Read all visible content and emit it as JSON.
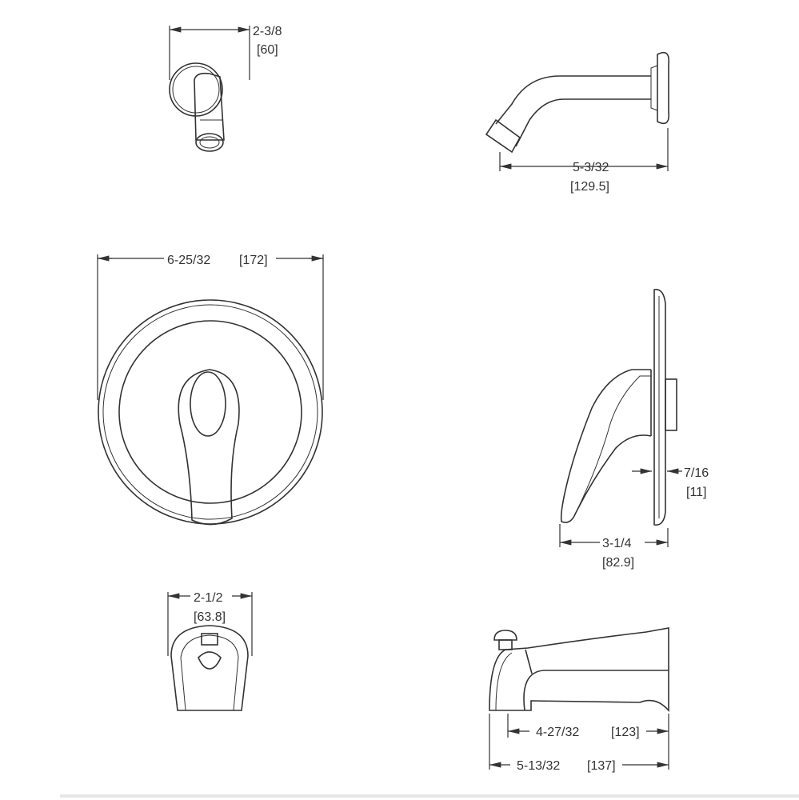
{
  "dimensions": {
    "shower_arm_front_width": {
      "inches": "2-3/8",
      "mm": "[60]"
    },
    "shower_arm_side_length": {
      "inches": "5-3/32",
      "mm": "[129.5]"
    },
    "trim_plate_diameter": {
      "inches": "6-25/32",
      "mm": "[172]"
    },
    "trim_plate_thickness": {
      "inches": "7/16",
      "mm": "[11]"
    },
    "handle_projection": {
      "inches": "3-1/4",
      "mm": "[82.9]"
    },
    "tub_spout_width": {
      "inches": "2-1/2",
      "mm": "[63.8]"
    },
    "tub_spout_reach": {
      "inches": "4-27/32",
      "mm": "[123]"
    },
    "tub_spout_length": {
      "inches": "5-13/32",
      "mm": "[137]"
    }
  },
  "colors": {
    "line": "#333333",
    "footer_rule": "#e6e6e6"
  }
}
